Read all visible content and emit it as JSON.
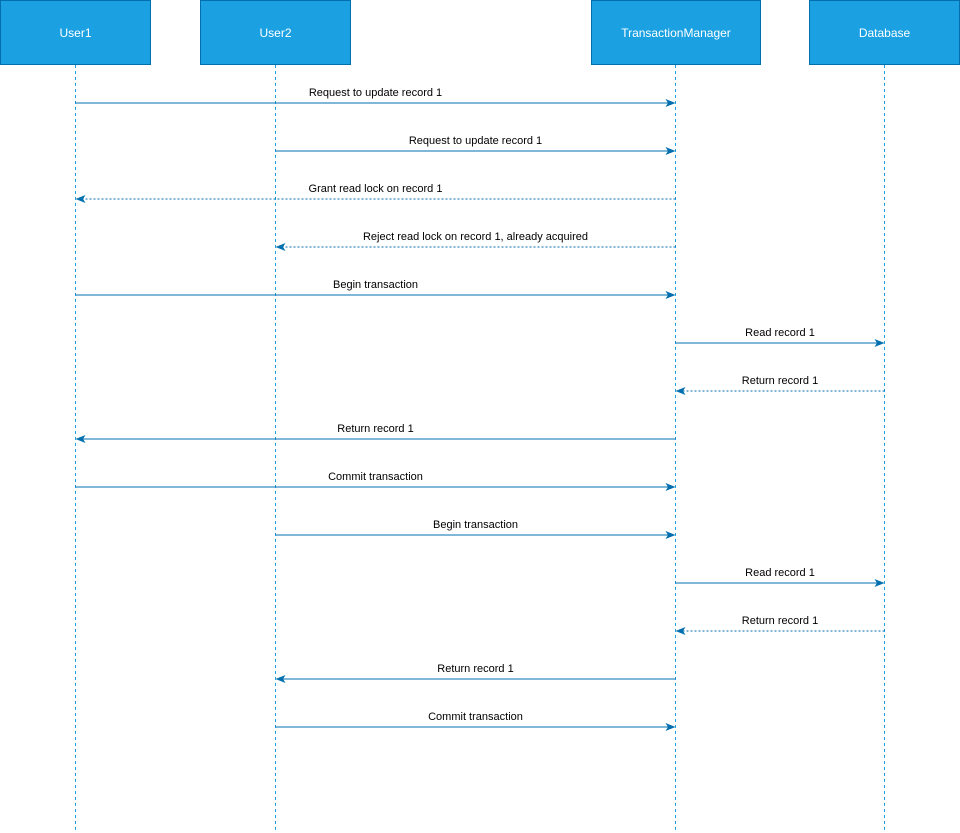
{
  "colors": {
    "participant_fill": "#1ba1e2",
    "participant_border": "#006eaf",
    "lifeline": "#1ba1e2",
    "arrow": "#006eaf"
  },
  "participants": [
    {
      "id": "user1",
      "label": "User1"
    },
    {
      "id": "user2",
      "label": "User2"
    },
    {
      "id": "tm",
      "label": "TransactionManager"
    },
    {
      "id": "db",
      "label": "Database"
    }
  ],
  "messages": [
    {
      "from": "user1",
      "to": "tm",
      "label": "Request to update record 1",
      "style": "solid"
    },
    {
      "from": "user2",
      "to": "tm",
      "label": "Request to update record 1",
      "style": "solid"
    },
    {
      "from": "tm",
      "to": "user1",
      "label": "Grant read lock on record 1",
      "style": "dotted"
    },
    {
      "from": "tm",
      "to": "user2",
      "label": "Reject read lock on record 1, already acquired",
      "style": "dotted"
    },
    {
      "from": "user1",
      "to": "tm",
      "label": "Begin transaction",
      "style": "solid"
    },
    {
      "from": "tm",
      "to": "db",
      "label": "Read record 1",
      "style": "solid"
    },
    {
      "from": "db",
      "to": "tm",
      "label": "Return record 1",
      "style": "dotted"
    },
    {
      "from": "tm",
      "to": "user1",
      "label": "Return record 1",
      "style": "solid"
    },
    {
      "from": "user1",
      "to": "tm",
      "label": "Commit transaction",
      "style": "solid"
    },
    {
      "from": "user2",
      "to": "tm",
      "label": "Begin transaction",
      "style": "solid"
    },
    {
      "from": "tm",
      "to": "db",
      "label": "Read record 1",
      "style": "solid"
    },
    {
      "from": "db",
      "to": "tm",
      "label": "Return record 1",
      "style": "dotted"
    },
    {
      "from": "tm",
      "to": "user2",
      "label": "Return record 1",
      "style": "solid"
    },
    {
      "from": "user2",
      "to": "tm",
      "label": "Commit transaction",
      "style": "solid"
    }
  ]
}
